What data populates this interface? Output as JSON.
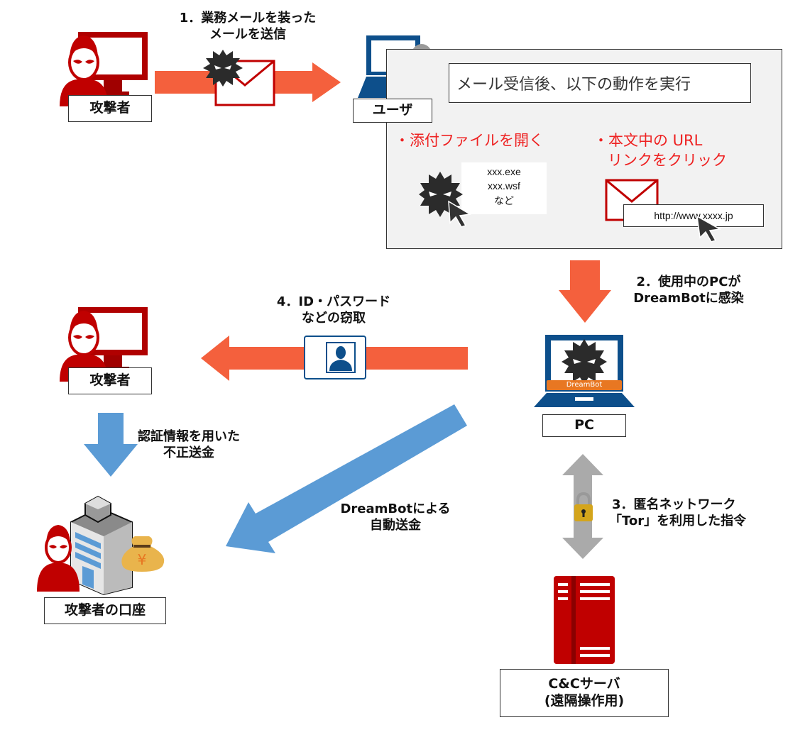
{
  "colors": {
    "attacker_red": "#c00000",
    "arrow_orange": "#f4603d",
    "arrow_blue": "#5b9bd5",
    "arrow_gray": "#aaaaaa",
    "laptop_blue": "#0d4f8b",
    "panel_bg": "#f2f2f2",
    "action_red": "#ee2222",
    "dreambot_orange": "#e87722"
  },
  "nodes": {
    "attacker_top": {
      "label": "攻撃者",
      "icon": "attacker-icon"
    },
    "user": {
      "label": "ユーザ",
      "icon": "user-laptop-icon"
    },
    "attacker_mid": {
      "label": "攻撃者",
      "icon": "attacker-icon"
    },
    "pc": {
      "label": "PC",
      "icon": "infected-laptop-icon",
      "badge": "DreamBot"
    },
    "attacker_account": {
      "label": "攻撃者の口座",
      "icon": "bank-account-icon"
    },
    "cc_server": {
      "label_line1": "C&Cサーバ",
      "label_line2": "(遠隔操作用)",
      "icon": "server-icon"
    }
  },
  "steps": {
    "step1": {
      "line1": "1．業務メールを装った",
      "line2": "メールを送信"
    },
    "step2": {
      "line1": "2．使用中のPCが",
      "line2": "DreamBotに感染"
    },
    "step3": {
      "line1": "3．匿名ネットワーク",
      "line2": "「Tor」を利用した指令"
    },
    "step4": {
      "line1": "4．ID・パスワード",
      "line2": "などの窃取"
    },
    "fraud_transfer": {
      "line1": "認証情報を用いた",
      "line2": "不正送金"
    },
    "auto_transfer": {
      "line1": "DreamBotによる",
      "line2": "自動送金"
    }
  },
  "user_panel": {
    "header": "メール受信後、以下の動作を実行",
    "action1": "・添付ファイルを開く",
    "action2_line1": "・本文中の URL",
    "action2_line2": "リンクをクリック",
    "files": [
      "xxx.exe",
      "xxx.wsf",
      "など"
    ],
    "url": "http://www.xxxx.jp"
  }
}
